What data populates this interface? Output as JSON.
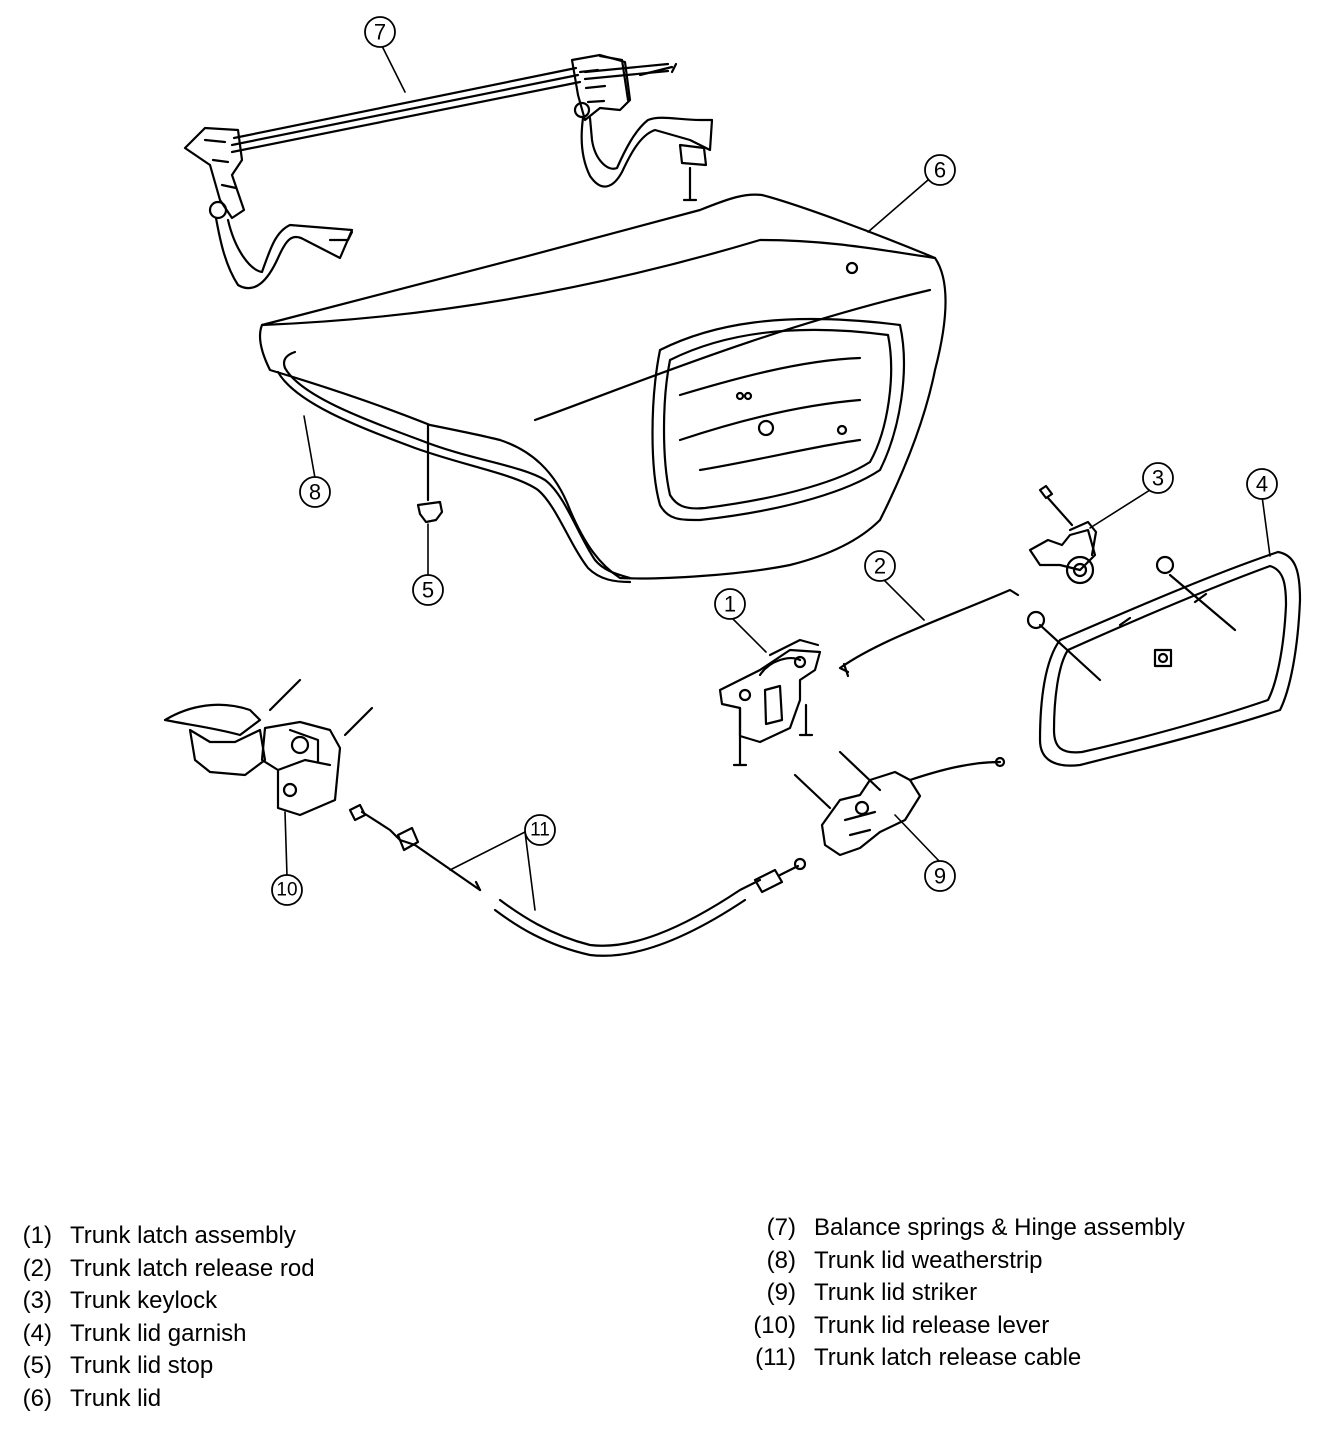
{
  "callouts": {
    "c1": "1",
    "c2": "2",
    "c3": "3",
    "c4": "4",
    "c5": "5",
    "c6": "6",
    "c7": "7",
    "c8": "8",
    "c9": "9",
    "c10": "10",
    "c11": "11"
  },
  "legend": {
    "left": [
      {
        "num": "(1)",
        "text": "Trunk latch assembly"
      },
      {
        "num": "(2)",
        "text": "Trunk latch release rod"
      },
      {
        "num": "(3)",
        "text": "Trunk keylock"
      },
      {
        "num": "(4)",
        "text": "Trunk lid garnish"
      },
      {
        "num": "(5)",
        "text": "Trunk lid stop"
      },
      {
        "num": "(6)",
        "text": "Trunk lid"
      }
    ],
    "right": [
      {
        "num": "(7)",
        "text": "Balance springs & Hinge assembly"
      },
      {
        "num": "(8)",
        "text": "Trunk lid weatherstrip"
      },
      {
        "num": "(9)",
        "text": "Trunk lid striker"
      },
      {
        "num": "(10)",
        "text": "Trunk lid release lever"
      },
      {
        "num": "(11)",
        "text": "Trunk latch release cable"
      }
    ]
  }
}
